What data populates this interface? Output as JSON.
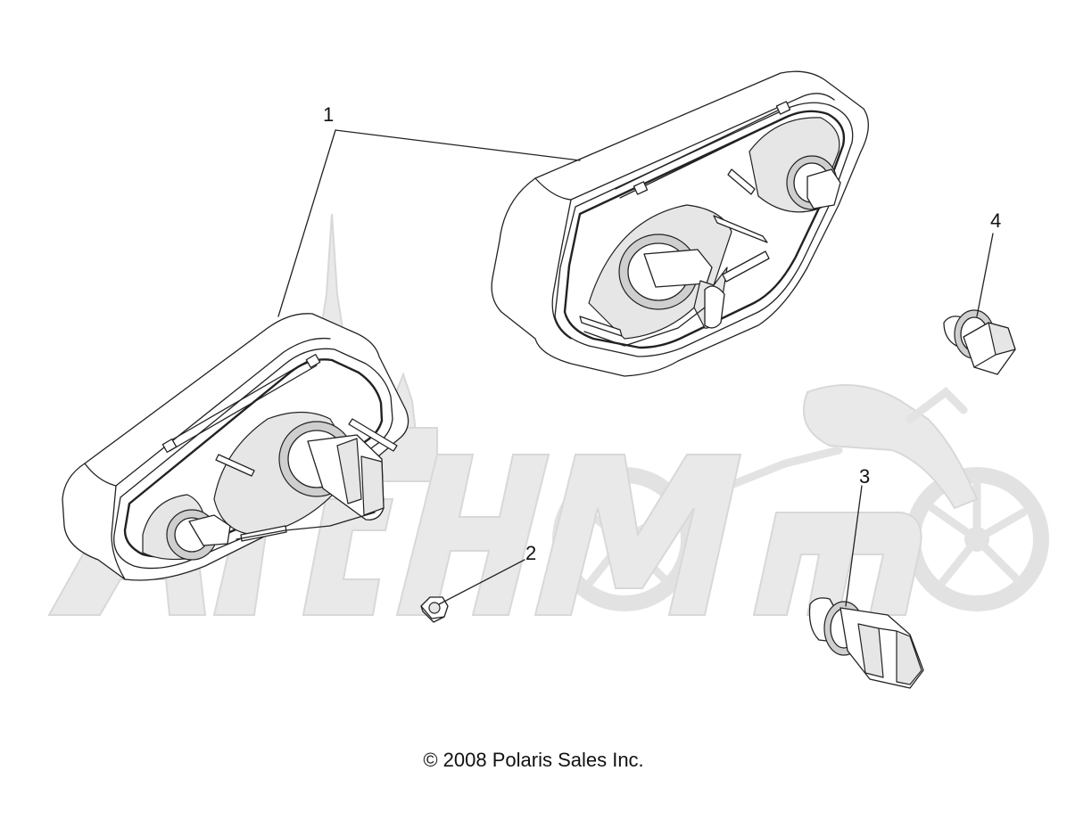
{
  "diagram": {
    "callouts": [
      {
        "id": "1",
        "label": "1"
      },
      {
        "id": "2",
        "label": "2"
      },
      {
        "id": "3",
        "label": "3"
      },
      {
        "id": "4",
        "label": "4"
      }
    ],
    "watermark_text": "ArchMoto",
    "copyright": "© 2008 Polaris Sales Inc."
  },
  "colors": {
    "line": "#222222",
    "watermark": "#e9e9e9",
    "background": "#ffffff"
  }
}
